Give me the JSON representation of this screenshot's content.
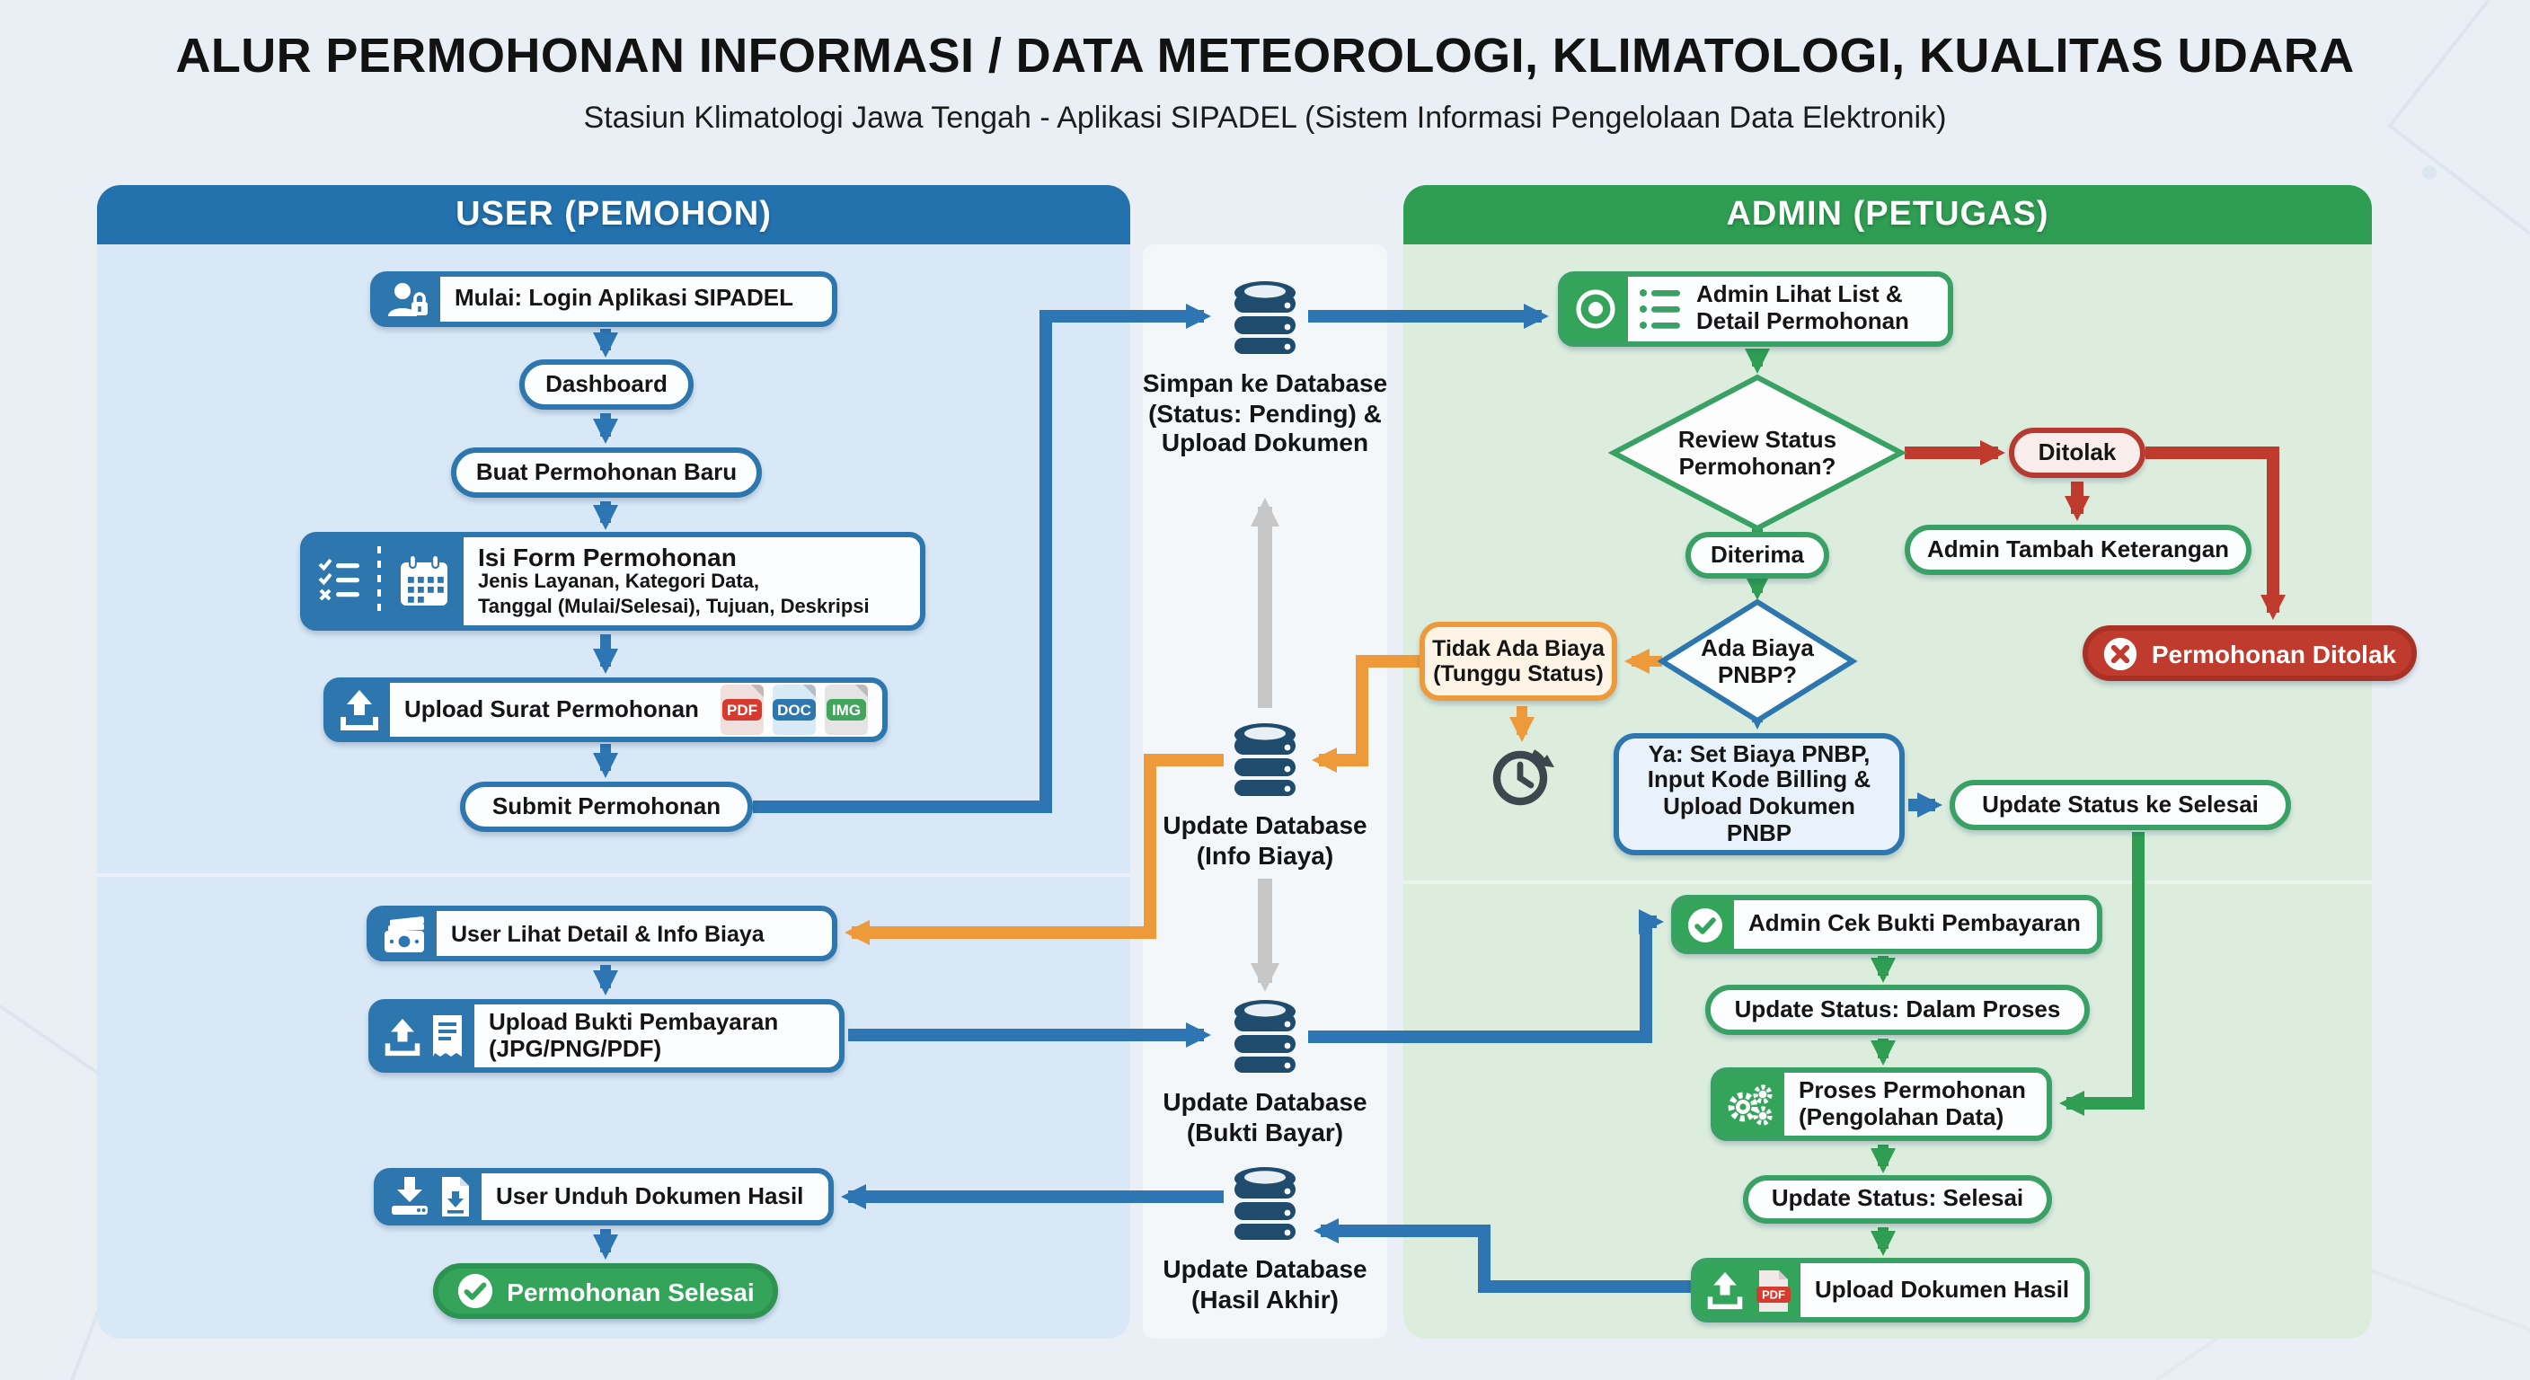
{
  "title": "ALUR PERMOHONAN INFORMASI / DATA METEOROLOGI, KLIMATOLOGI, KUALITAS UDARA",
  "subtitle": "Stasiun Klimatologi Jawa Tengah - Aplikasi SIPADEL (Sistem Informasi Pengelolaan Data Elektronik)",
  "panels": {
    "user": {
      "title": "USER (PEMOHON)"
    },
    "admin": {
      "title": "ADMIN (PETUGAS)"
    }
  },
  "user_flow": {
    "login": "Mulai: Login Aplikasi SIPADEL",
    "dashboard": "Dashboard",
    "buat_permohonan": "Buat Permohonan Baru",
    "isi_form": {
      "title": "Isi Form Permohonan",
      "detail": "Jenis Layanan, Kategori Data,\nTanggal (Mulai/Selesai), Tujuan, Deskripsi"
    },
    "upload_surat": "Upload Surat Permohonan",
    "file_badges": {
      "pdf": "PDF",
      "doc": "DOC",
      "img": "IMG"
    },
    "submit": "Submit Permohonan",
    "lihat_detail_biaya": "User Lihat Detail & Info Biaya",
    "upload_bukti": "Upload Bukti Pembayaran\n(JPG/PNG/PDF)",
    "unduh_hasil": "User Unduh Dokumen Hasil",
    "selesai": "Permohonan Selesai"
  },
  "database_flow": {
    "simpan": "Simpan ke Database\n(Status: Pending) &\nUpload Dokumen",
    "info_biaya": "Update Database\n(Info Biaya)",
    "bukti_bayar": "Update Database\n(Bukti Bayar)",
    "hasil_akhir": "Update Database\n(Hasil Akhir)"
  },
  "admin_flow": {
    "lihat_list": "Admin Lihat List &\nDetail Permohonan",
    "review_status": "Review Status\nPermohonan?",
    "ditolak": "Ditolak",
    "tambah_keterangan": "Admin Tambah Keterangan",
    "permohonan_ditolak": "Permohonan Ditolak",
    "diterima": "Diterima",
    "ada_biaya": "Ada Biaya\nPNBP?",
    "tidak_ada_biaya": "Tidak Ada Biaya\n(Tunggu Status)",
    "set_biaya": "Ya: Set Biaya PNBP,\nInput Kode Billing &\nUpload Dokumen PNBP",
    "update_ke_selesai": "Update Status ke Selesai",
    "cek_bukti": "Admin Cek Bukti Pembayaran",
    "dalam_proses": "Update Status: Dalam Proses",
    "proses_permohonan": "Proses Permohonan\n(Pengolahan Data)",
    "status_selesai": "Update Status: Selesai",
    "upload_hasil": "Upload Dokumen Hasil",
    "pdf_badge": "PDF"
  },
  "colors": {
    "user_accent": "#2372ae",
    "admin_accent": "#2f9e53",
    "danger": "#c0392b",
    "warning": "#ee9a3a",
    "database": "#1f4b6d",
    "neutral_arrow": "#c7c7c7"
  }
}
